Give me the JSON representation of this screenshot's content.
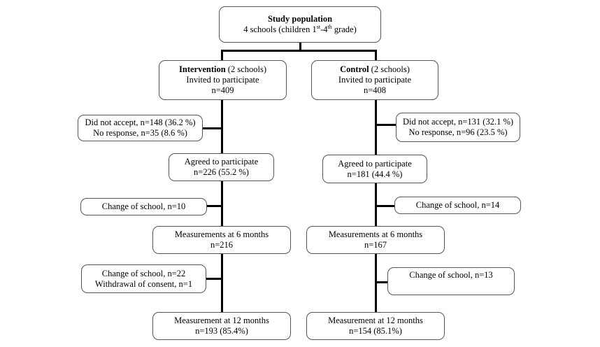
{
  "study": {
    "title": "Study population",
    "line2_a": "4 schools (children 1",
    "sup1": "st",
    "line2_b": "-4",
    "sup2": "th",
    "line2_c": " grade)"
  },
  "intervention": {
    "group_name": "Intervention",
    "group_detail": " (2 schools)",
    "invited": "Invited to participate",
    "invited_n": "n=409",
    "excluded_1": "Did not accept, n=148 (36.2 %)",
    "excluded_2": "No response, n=35 (8.6 %)",
    "agreed": "Agreed to participate",
    "agreed_n": "n=226 (55.2 %)",
    "change_1": "Change of school, n=10",
    "m6": "Measurements at 6 months",
    "m6_n": "n=216",
    "loss_1": "Change of school, n=22",
    "loss_2": "Withdrawal of consent, n=1",
    "m12": "Measurement at 12 months",
    "m12_n": "n=193 (85.4%)"
  },
  "control": {
    "group_name": "Control",
    "group_detail": " (2 schools)",
    "invited": "Invited to participate",
    "invited_n": "n=408",
    "excluded_1": "Did not accept, n=131 (32.1 %)",
    "excluded_2": "No response, n=96 (23.5 %)",
    "agreed": "Agreed to participate",
    "agreed_n": "n=181 (44.4 %)",
    "change_1": "Change of school, n=14",
    "m6": "Measurements at 6 months",
    "m6_n": "n=167",
    "loss_1": "Change of school, n=13",
    "m12": "Measurement at 12 months",
    "m12_n": "n=154 (85.1%)"
  }
}
